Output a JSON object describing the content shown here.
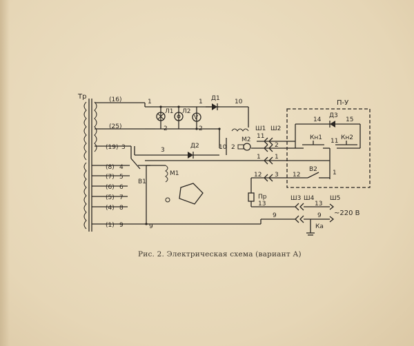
{
  "diagram": {
    "transformer": {
      "label": "Тр",
      "taps": [
        {
          "bracket": "(16)",
          "num": "1"
        },
        {
          "bracket": "(25)",
          "num": "2"
        },
        {
          "bracket": "(19)",
          "num": "3"
        },
        {
          "bracket": "(8)",
          "num": "4"
        },
        {
          "bracket": "(7)",
          "num": "5"
        },
        {
          "bracket": "(6)",
          "num": "6"
        },
        {
          "bracket": "(5)",
          "num": "7"
        },
        {
          "bracket": "(4)",
          "num": "8"
        },
        {
          "bracket": "(1)",
          "num": "9"
        }
      ]
    },
    "lamps": [
      "Л1",
      "Л2",
      "V"
    ],
    "diodes": [
      "Д1",
      "Д2",
      "Д3"
    ],
    "motors": [
      "М1",
      "М2"
    ],
    "switches": [
      "В1",
      "В2"
    ],
    "connectors": [
      "Ш1",
      "Ш2",
      "Ш3",
      "Ш4",
      "Ш5"
    ],
    "buttons": [
      "Кн1",
      "Кн2"
    ],
    "remote_box": "П-У",
    "fuse": "Пр",
    "ka": "Ка",
    "supply": "~220 В",
    "wire_numbers": [
      "1",
      "2",
      "3",
      "10",
      "11",
      "12",
      "13",
      "14",
      "15",
      "9"
    ],
    "caption": "Рис. 2. Электрическая схема (вариант А)"
  }
}
